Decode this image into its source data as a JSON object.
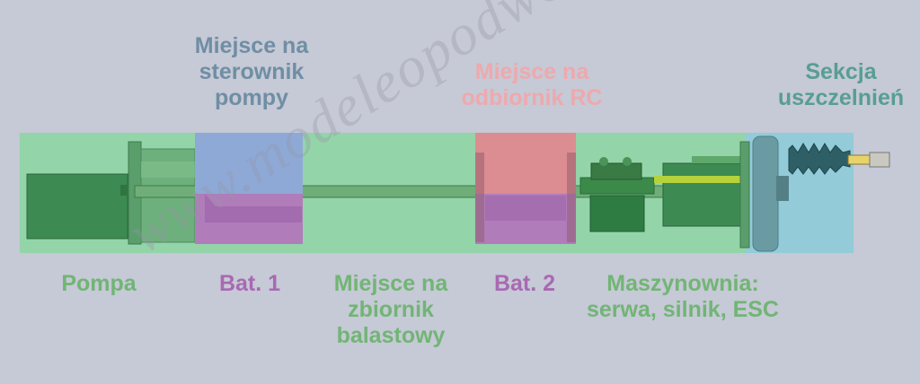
{
  "labels": {
    "sterownik": [
      "Miejsce na",
      "sterownik",
      "pompy"
    ],
    "odbiornik": [
      "Miejsce na",
      "odbiornik RC"
    ],
    "uszczelnien": [
      "Sekcja",
      "uszczelnień"
    ],
    "pompa": "Pompa",
    "bat1": "Bat. 1",
    "zbiornik": [
      "Miejsce na",
      "zbiornik",
      "balastowy"
    ],
    "bat2": "Bat. 2",
    "maszynownia": [
      "Maszynownia:",
      "serwa, silnik, ESC"
    ]
  },
  "watermark": "www.modeleopodwodne.pl",
  "colors": {
    "background": "#c6c9d6",
    "green": "#71b575",
    "purple": "#a869b2",
    "slate": "#6f8ea4",
    "pink": "#eea9ad",
    "teal": "#579e93"
  }
}
